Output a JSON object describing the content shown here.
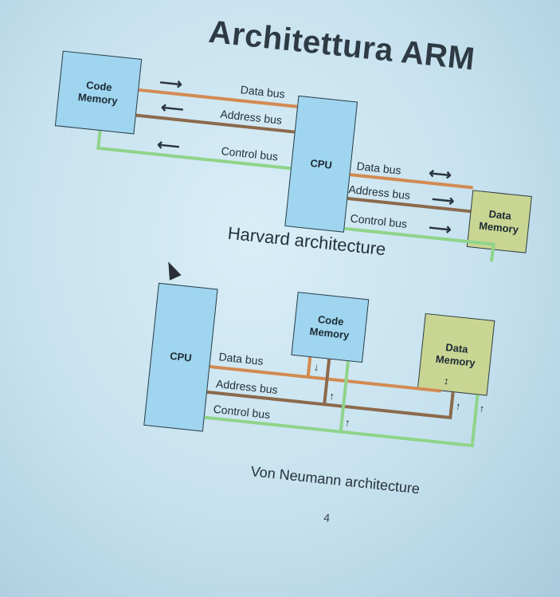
{
  "title": "Architettura ARM",
  "harvard": {
    "caption": "Harvard architecture",
    "code_memory": "Code\nMemory",
    "cpu": "CPU",
    "data_memory": "Data\nMemory",
    "left_buses": [
      "Data bus",
      "Address bus",
      "Control bus"
    ],
    "right_buses": [
      "Data bus",
      "Address bus",
      "Control bus"
    ]
  },
  "von_neumann": {
    "caption": "Von Neumann architecture",
    "cpu": "CPU",
    "code_memory": "Code\nMemory",
    "data_memory": "Data\nMemory",
    "buses": [
      "Data bus",
      "Address bus",
      "Control bus"
    ]
  },
  "page_number": "4",
  "colors": {
    "data_bus": "#d38a52",
    "address_bus": "#8b6a4c",
    "control_bus": "#8fd48a",
    "cpu": "#9fd5ee",
    "data_memory": "#c9d592"
  }
}
